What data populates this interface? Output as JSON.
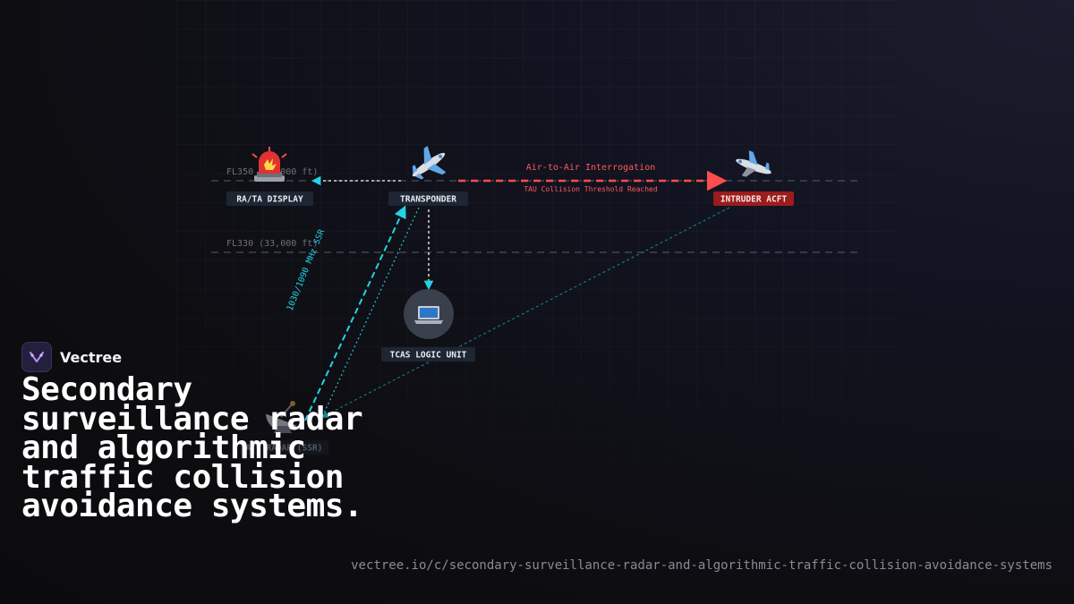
{
  "diagram": {
    "altitudes": {
      "fl350": "FL350 (35,000 ft)",
      "fl330": "FL330 (33,000 ft)"
    },
    "nodes": {
      "ra_ta_display": {
        "label": "RA/TA DISPLAY",
        "icon": "siren-icon"
      },
      "transponder": {
        "label": "TRANSPONDER",
        "icon": "airplane-icon"
      },
      "intruder": {
        "label": "INTRUDER ACFT",
        "icon": "airplane-icon"
      },
      "tcas_logic": {
        "label": "TCAS LOGIC UNIT",
        "icon": "laptop-icon"
      },
      "atc_radar": {
        "label": "ATC RADAR (SSR)",
        "icon": "satellite-dish-icon"
      }
    },
    "links": {
      "interrogation_label": "Air-to-Air Interrogation",
      "tau_label": "TAU Collision Threshold Reached",
      "ssr_label": "1030/1090 MHz SSR"
    },
    "colors": {
      "cyan": "#22d3e6",
      "red": "#ff4d4d",
      "intruder_badge": "#9b1c1c",
      "badge": "#1e2633"
    }
  },
  "brand": {
    "name": "Vectree"
  },
  "headline": "Secondary surveillance radar and algorithmic traffic collision avoidance systems.",
  "url": "vectree.io/c/secondary-surveillance-radar-and-algorithmic-traffic-collision-avoidance-systems"
}
